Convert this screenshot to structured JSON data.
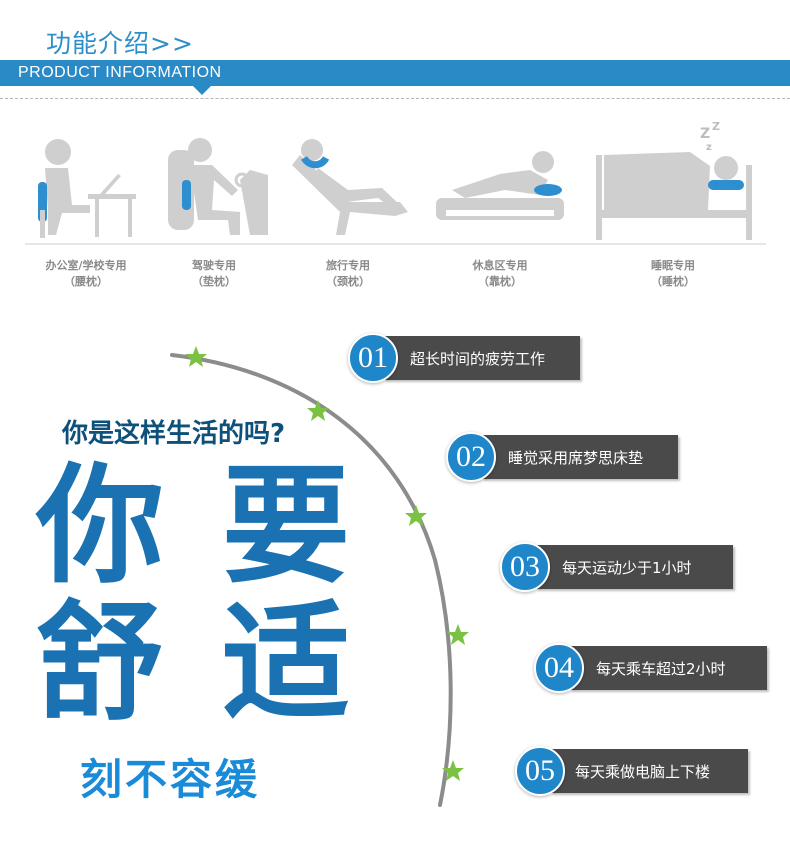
{
  "header": {
    "title": "功能介绍>>",
    "subtitle": "PRODUCT INFORMATION"
  },
  "scenes": [
    {
      "name": "办公室/学校专用",
      "sub": "（腰枕）",
      "icon": "office-desk-icon"
    },
    {
      "name": "驾驶专用",
      "sub": "（垫枕）",
      "icon": "driving-seat-icon"
    },
    {
      "name": "旅行专用",
      "sub": "（颈枕）",
      "icon": "travel-recliner-icon"
    },
    {
      "name": "休息区专用",
      "sub": "（靠枕）",
      "icon": "lounge-bed-icon"
    },
    {
      "name": "睡眠专用",
      "sub": "（睡枕）",
      "icon": "sleeping-bed-icon"
    }
  ],
  "headline": {
    "question": "你是这样生活的吗?",
    "big_chars": [
      "你",
      "要",
      "舒",
      "适"
    ],
    "bottom": "刻不容缓"
  },
  "items": [
    {
      "num": "01",
      "text": "超长时间的疲劳工作"
    },
    {
      "num": "02",
      "text": "睡觉采用席梦思床垫"
    },
    {
      "num": "03",
      "text": "每天运动少于1小时"
    },
    {
      "num": "04",
      "text": "每天乘车超过2小时"
    },
    {
      "num": "05",
      "text": "每天乘做电脑上下楼"
    }
  ],
  "colors": {
    "brand_blue": "#2a8ac6",
    "headline_blue": "#1a72b3",
    "star_green": "#7cc242",
    "bar_dark": "#4a4a4a"
  }
}
